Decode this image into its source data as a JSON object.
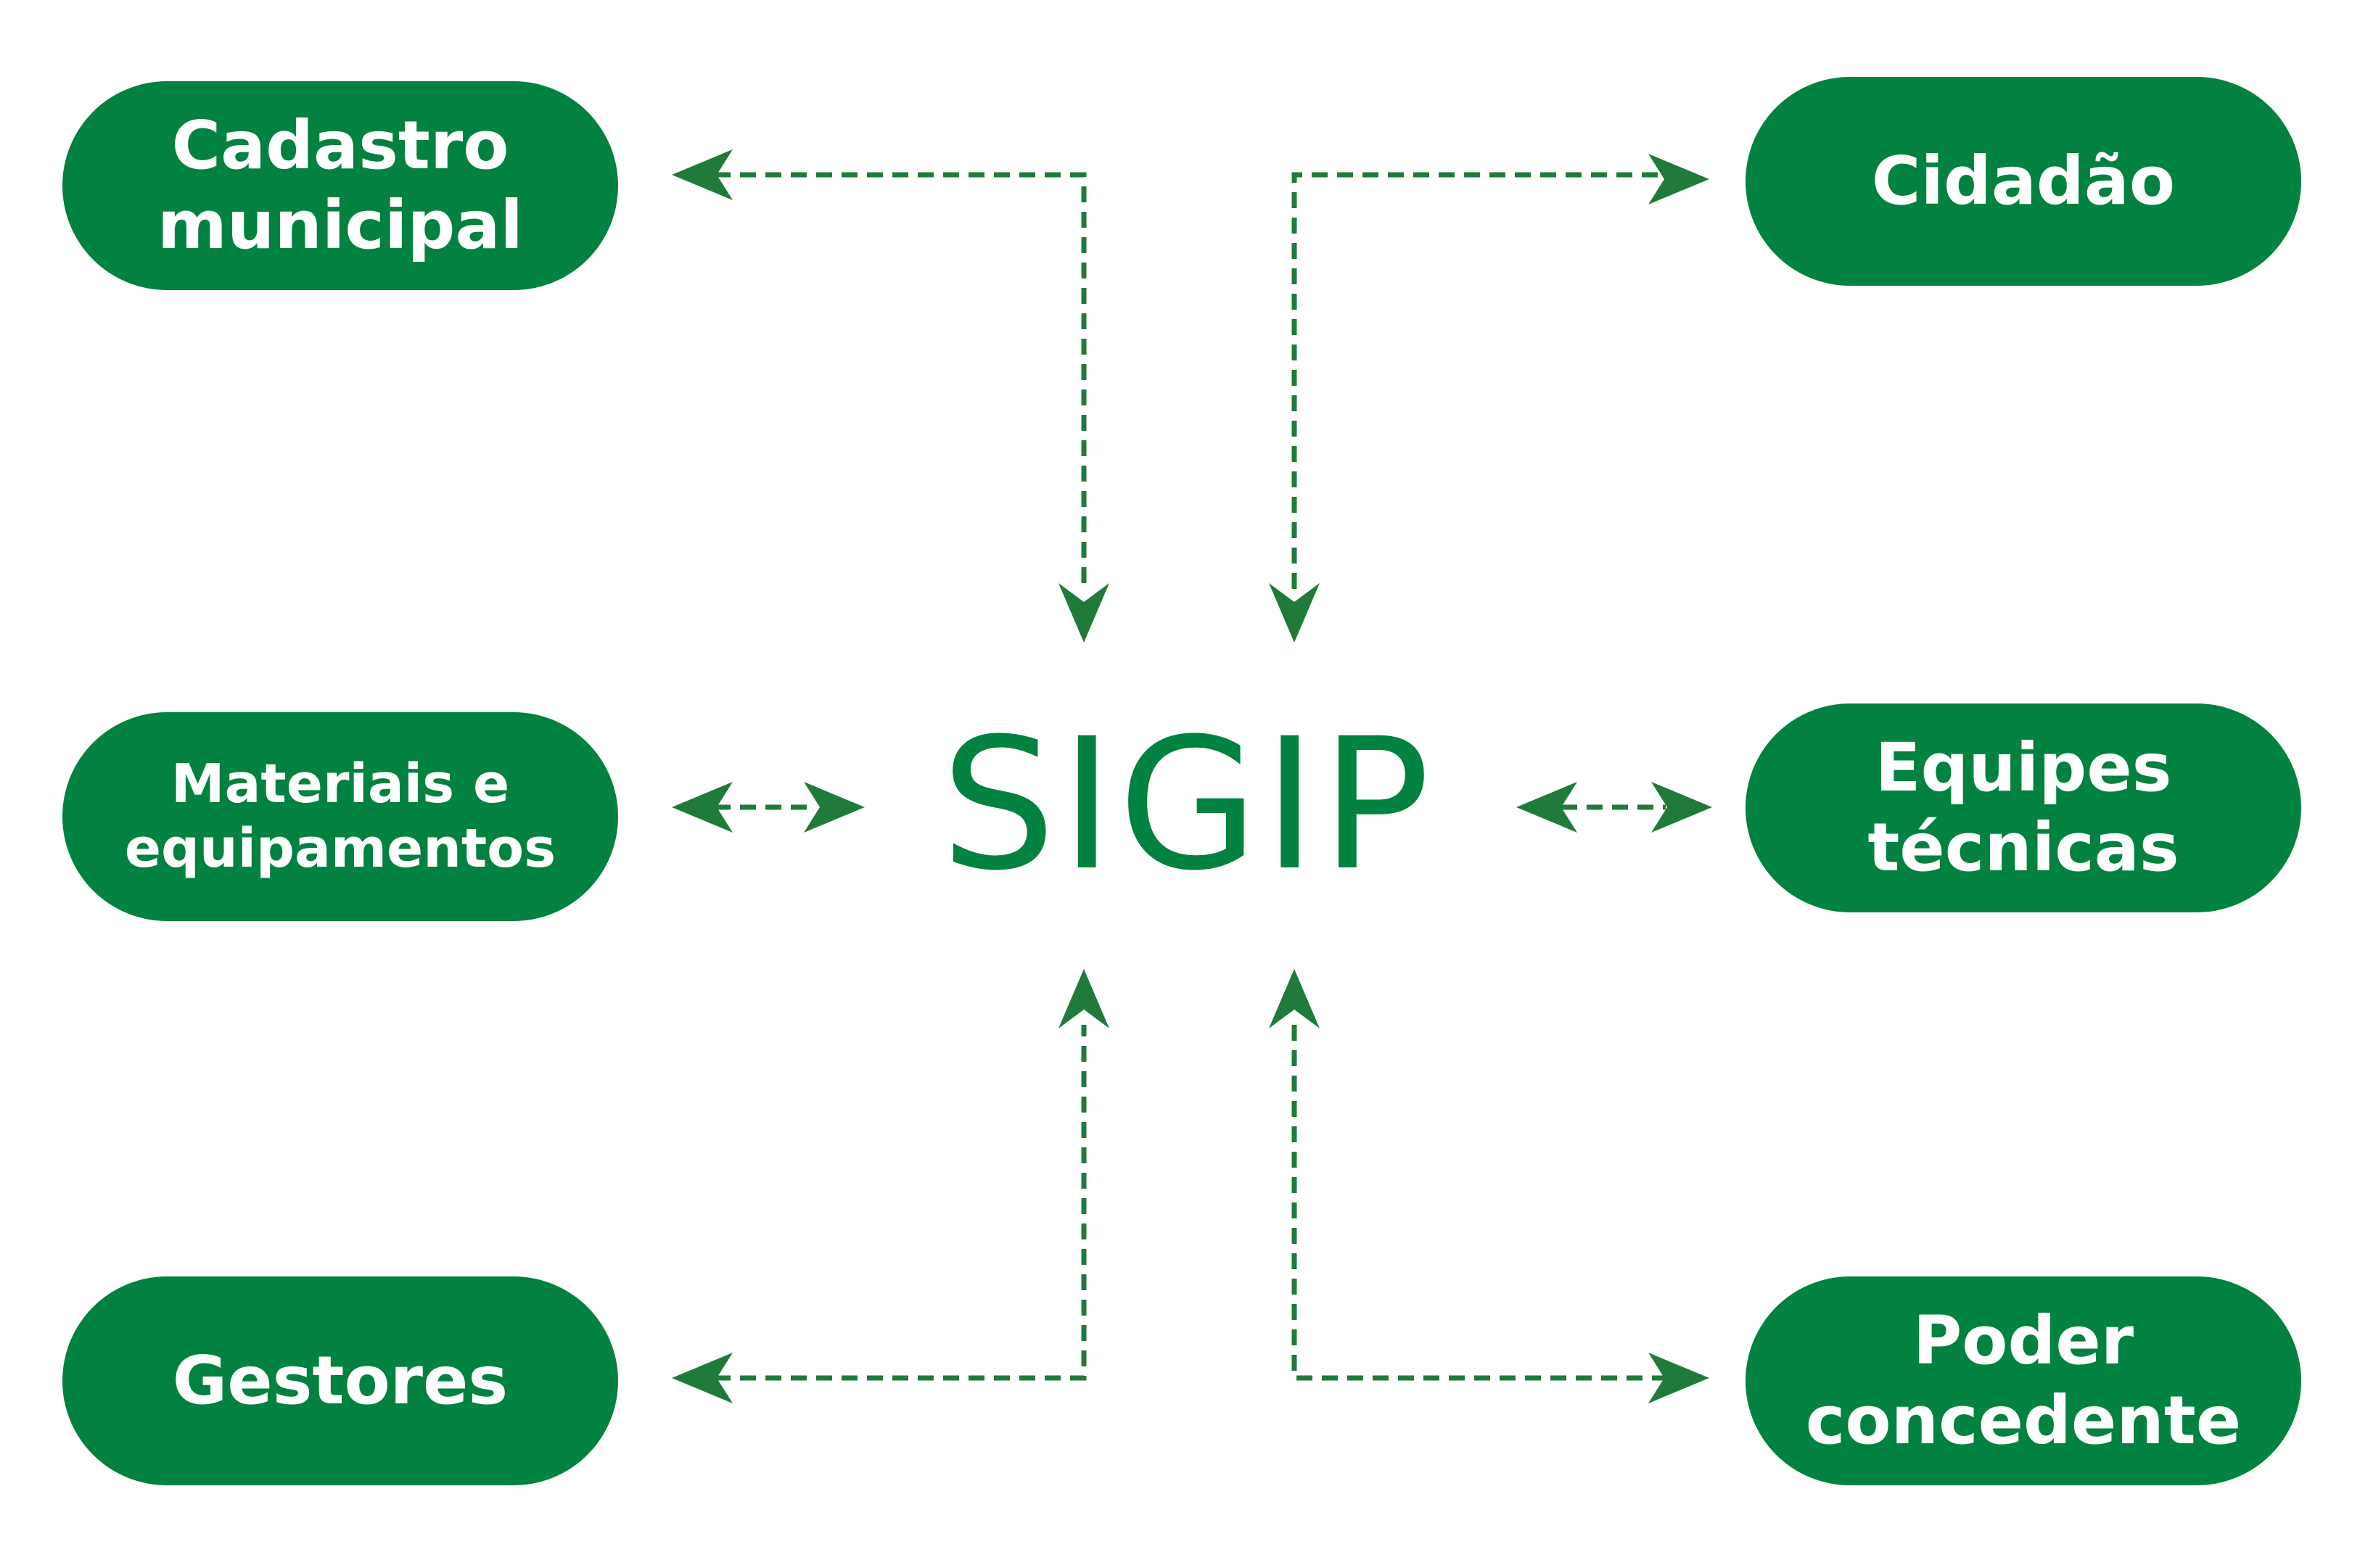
{
  "center": {
    "label": "SIGIP"
  },
  "nodes": {
    "cadastro": "Cadastro\nmunicipal",
    "cidadao": "Cidadão",
    "materiais": "Materiais e\nequipamentos",
    "equipes": "Equipes\ntécnicas",
    "gestores": "Gestores",
    "poder": "Poder\nconcedente"
  },
  "colors": {
    "node_fill": "#028241",
    "node_text": "#ffffff",
    "connector": "#1f7a3c",
    "logo": "#028241"
  },
  "connectors": {
    "style": "dashed",
    "direction": "bidirectional"
  }
}
